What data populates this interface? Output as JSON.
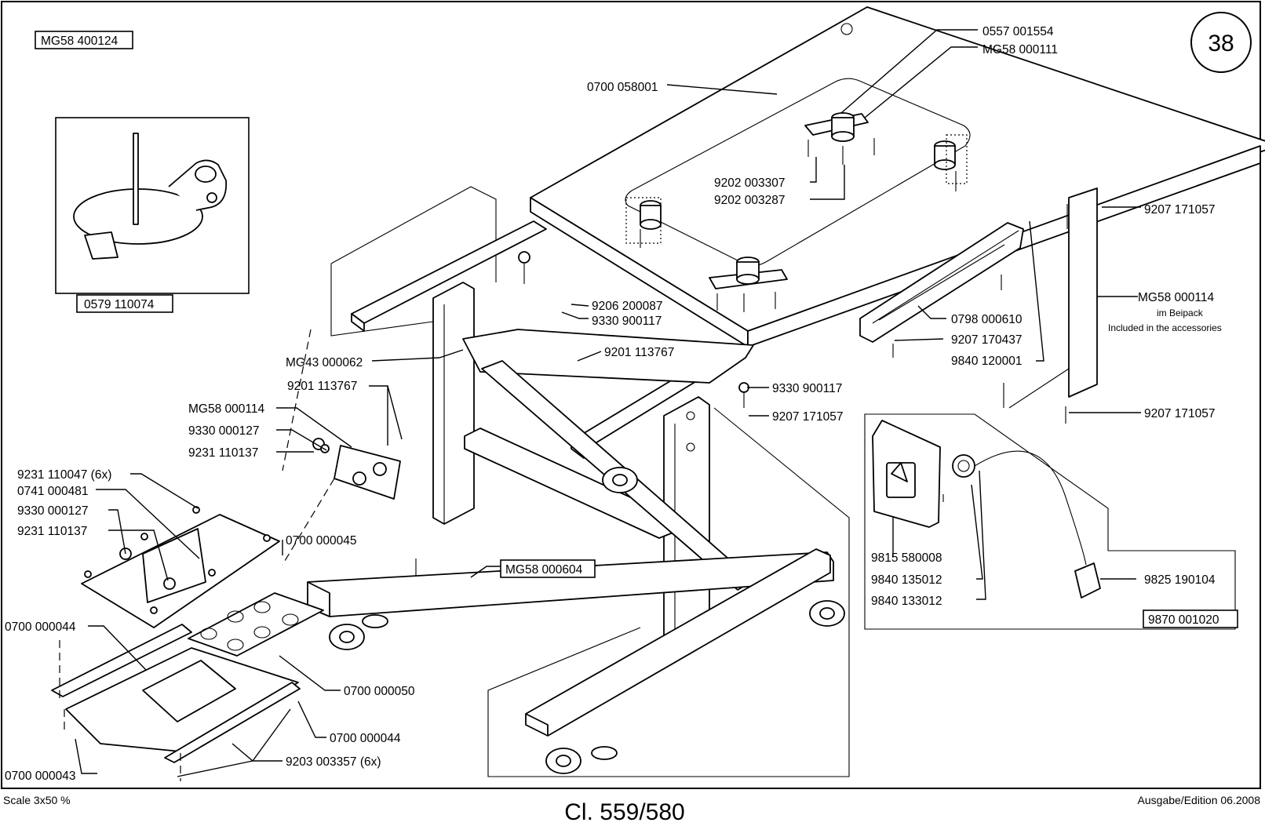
{
  "page_number": "38",
  "title": "Cl. 559/580",
  "scale": "Scale 3x50 %",
  "edition": "Ausgabe/Edition 06.2008",
  "boxed_ref_top": "MG58 400124",
  "inset_ref": "0579 110074",
  "frame_ref": "MG58 000604",
  "power_ref": "9870 001020",
  "labels": {
    "l0557001554": "0557 001554",
    "lMG58000111": "MG58 000111",
    "l0700058001": "0700 058001",
    "l9202003307": "9202 003307",
    "l9202003287": "9202 003287",
    "l9207171057a": "9207 171057",
    "lMG58000114r": "MG58 000114",
    "lBeipack": "im Beipack",
    "lAccessories": "Included in the accessories",
    "l0798000610": "0798 000610",
    "l9207170437": "9207 170437",
    "l9840120001": "9840 120001",
    "l9206200087": "9206 200087",
    "l9330900117a": "9330 900117",
    "lMG43000062": "MG43 000062",
    "l9201113767a": "9201 113767",
    "l9201113767b": "9201 113767",
    "lMG58000114l": "MG58 000114",
    "l9330000127a": "9330 000127",
    "l9231110137a": "9231 110137",
    "l9330900117b": "9330 900117",
    "l9207171057b": "9207 171057",
    "l9207171057c": "9207 171057",
    "l9231110047": "9231 110047 (6x)",
    "l0741000481": "0741 000481",
    "l9330000127b": "9330 000127",
    "l9231110137b": "9231 110137",
    "l0700000045": "0700 000045",
    "l0700000044a": "0700 000044",
    "l0700000050": "0700 000050",
    "l0700000044b": "0700 000044",
    "l9203003357": "9203 003357 (6x)",
    "l0700000043": "0700 000043",
    "l9815580008": "9815 580008",
    "l9840135012": "9840 135012",
    "l9840133012": "9840 133012",
    "l9825190104": "9825 190104"
  }
}
